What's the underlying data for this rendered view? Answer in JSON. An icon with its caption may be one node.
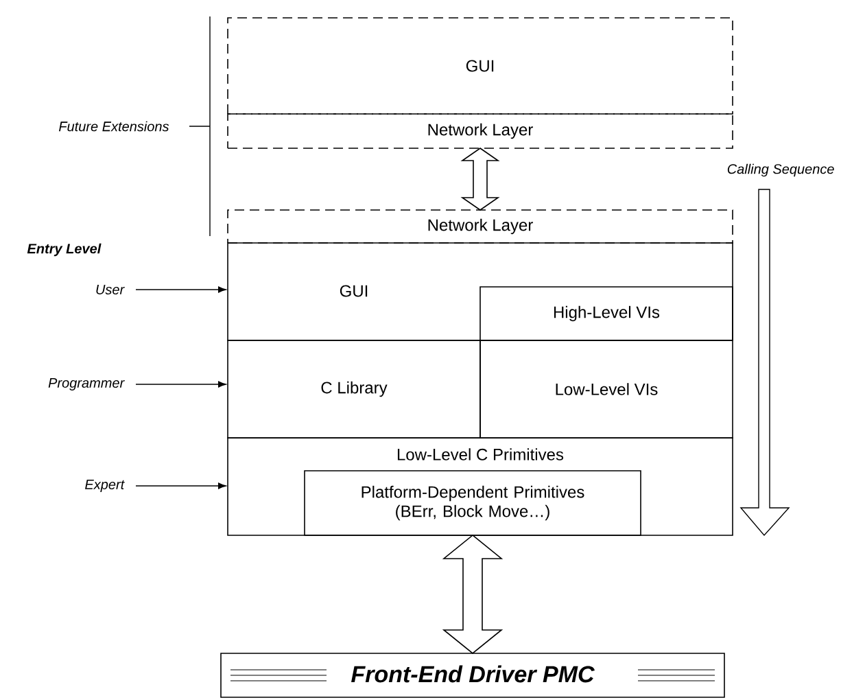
{
  "diagram": {
    "nodes": [
      {
        "text": [
          "GUI"
        ]
      },
      {
        "text": [
          "Network Layer"
        ]
      },
      {
        "text": [
          "Network Layer"
        ]
      },
      {
        "text": [
          "GUI"
        ]
      },
      {
        "text": [
          "High-Level VIs"
        ],
        "in": 3
      },
      {
        "text": [
          "C Library"
        ]
      },
      {
        "text": [
          "Low-Level VIs"
        ]
      },
      {
        "text": [
          "Low-Level C Primitives"
        ]
      },
      {
        "text": [
          "Platform-Dependent Primitives (BErr, Block Move…)"
        ],
        "in": 7
      },
      {
        "text": [
          "Front-End Driver PMC"
        ]
      },
      {
        "text": [
          "User"
        ]
      },
      {
        "text": [
          "Programmer"
        ]
      },
      {
        "text": [
          "Expert"
        ]
      }
    ],
    "edges": [
      {
        "from": 1,
        "to": 2,
        "arrow": "both"
      },
      {
        "from": 8,
        "to": 9,
        "arrow": "both"
      },
      {
        "from": 10,
        "to": 3,
        "arrow": "to"
      },
      {
        "from": 11,
        "to": 5,
        "arrow": "to"
      },
      {
        "from": 12,
        "to": 7,
        "arrow": "to"
      }
    ],
    "labels": [
      "Future Extensions",
      "Calling Sequence",
      "Entry Level"
    ]
  }
}
